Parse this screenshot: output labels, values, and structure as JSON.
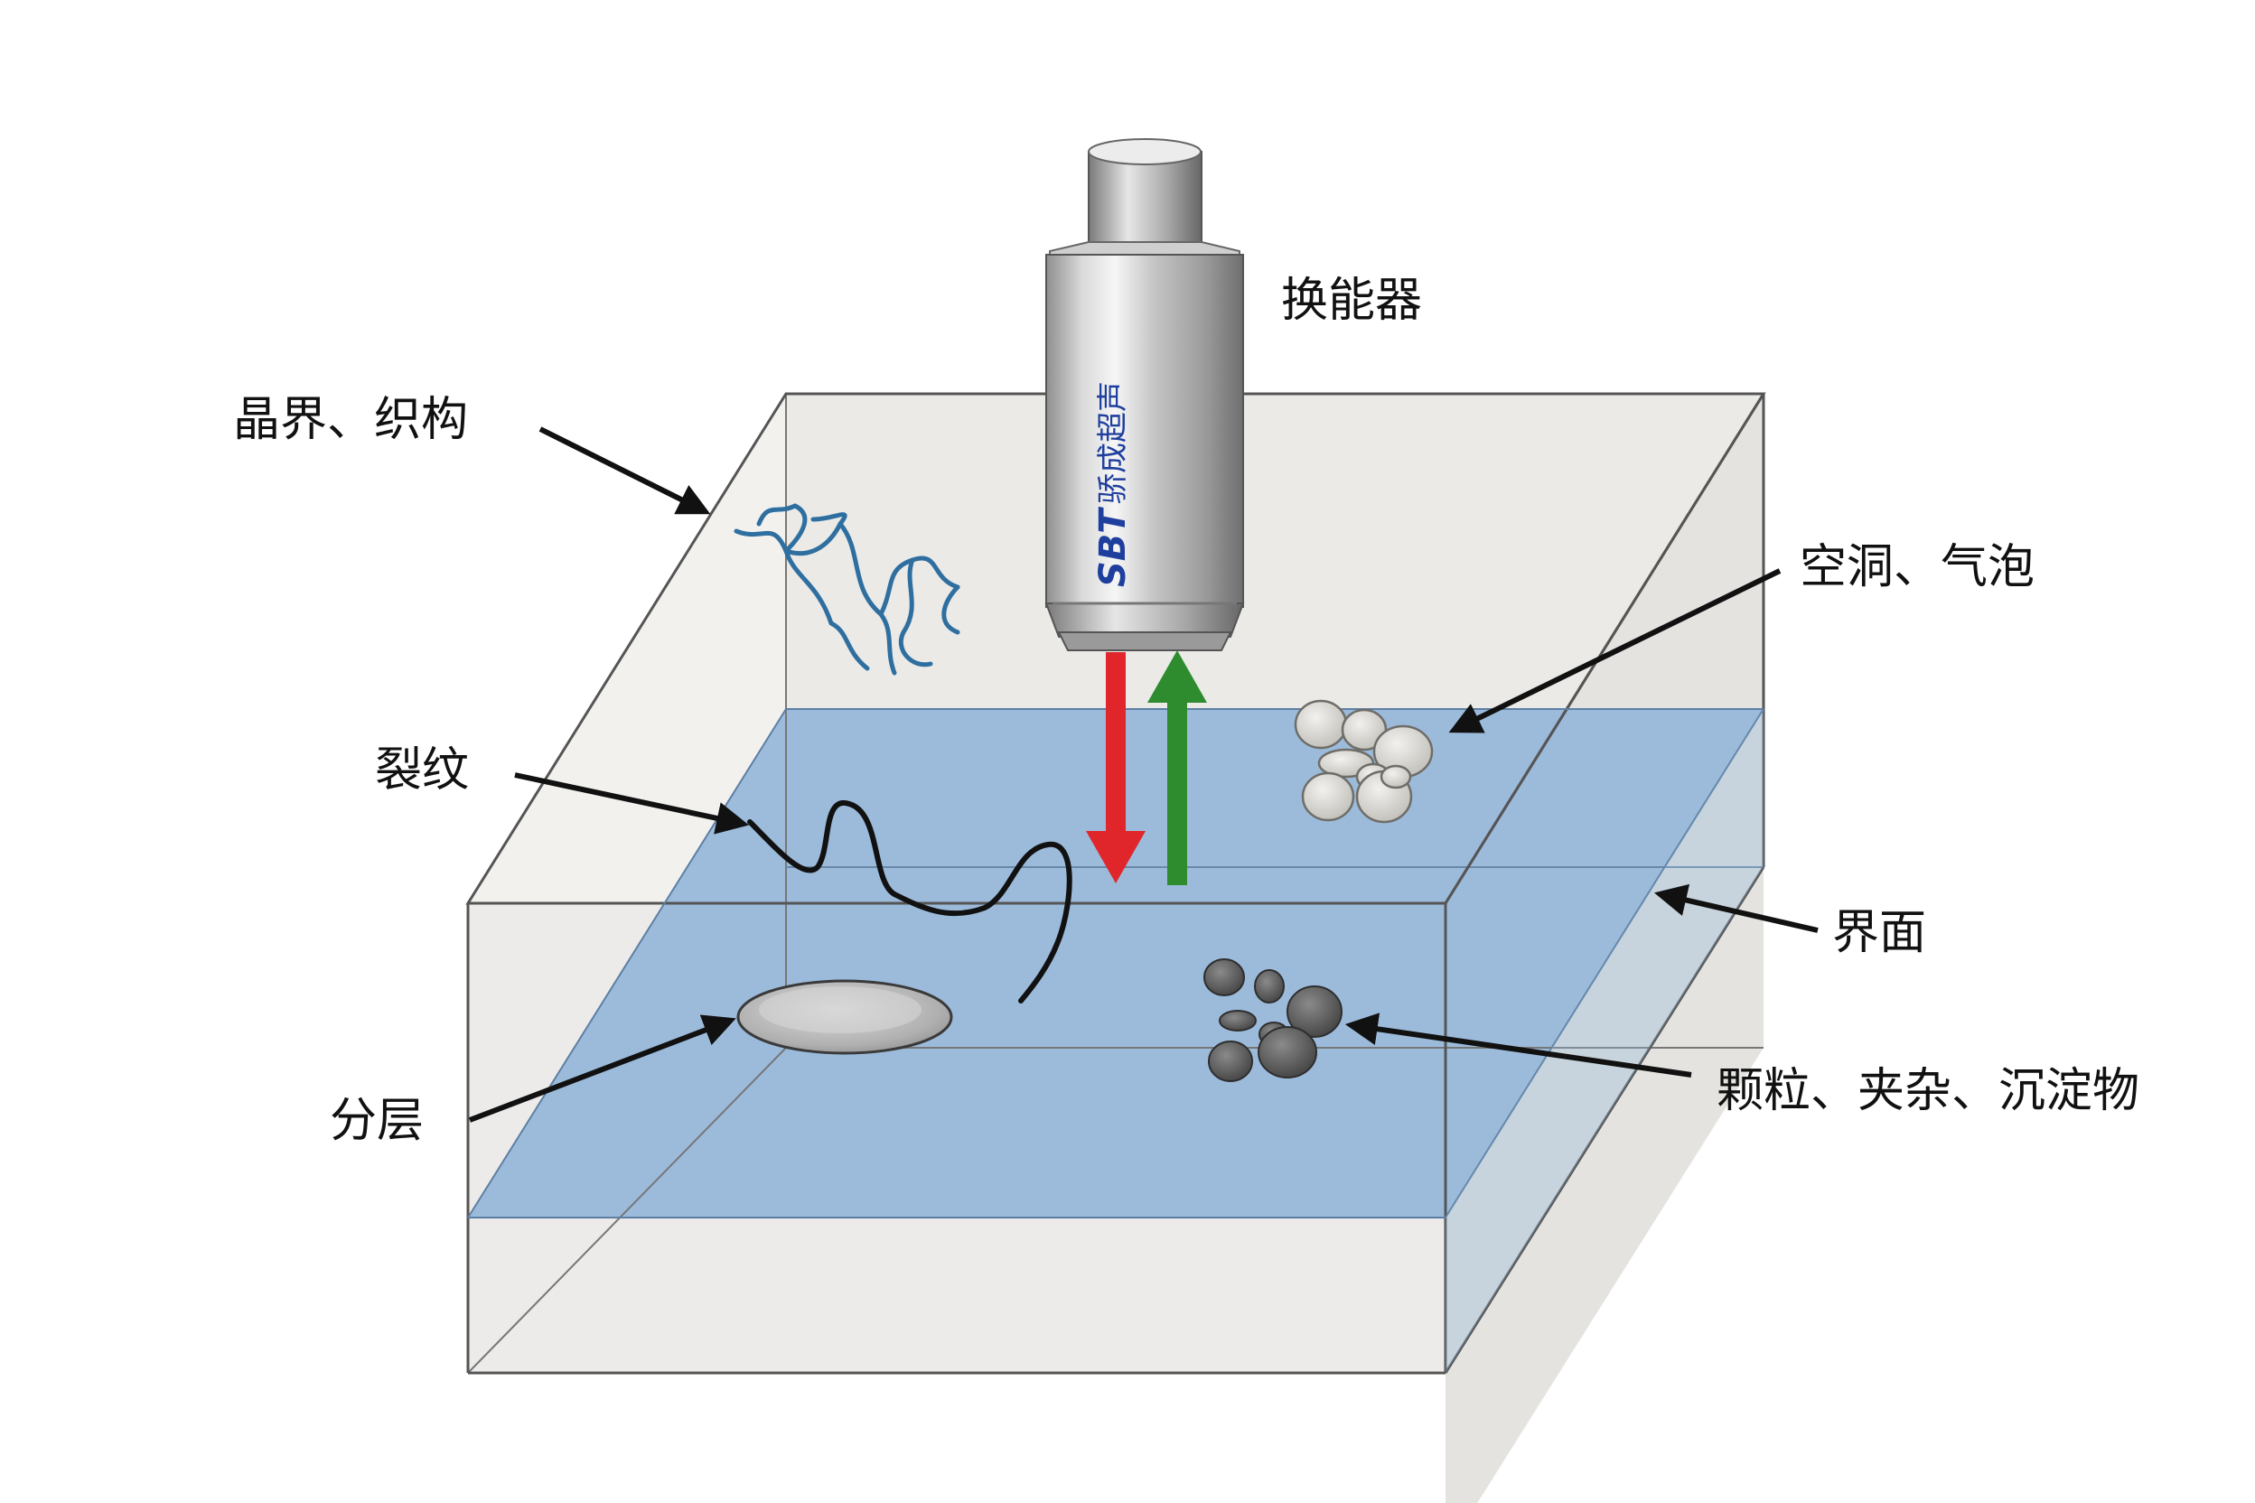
{
  "labels": {
    "transducer": "换能器",
    "grain_boundary": "晶界、织构",
    "crack": "裂纹",
    "voids": "空洞、气泡",
    "interface": "界面",
    "delamination": "分层",
    "particles": "颗粒、夹杂、沉淀物"
  },
  "transducer": {
    "brand": "SBT",
    "brand_sub": "骄成超声"
  },
  "colors": {
    "box_fill": "#ebeae7",
    "box_edge": "#555555",
    "interface_fill": "#93b6d9",
    "beam_down": "#e0262a",
    "beam_up": "#2e8b2e",
    "grain_lines": "#2f6fa0",
    "void_fill": "#d8d6d0",
    "particle_fill": "#5c5c5c",
    "brand_blue": "#1f3f9e"
  },
  "icons": {
    "transducer": "transducer-icon",
    "beam_down": "arrow-down-icon",
    "beam_up": "arrow-up-icon"
  }
}
